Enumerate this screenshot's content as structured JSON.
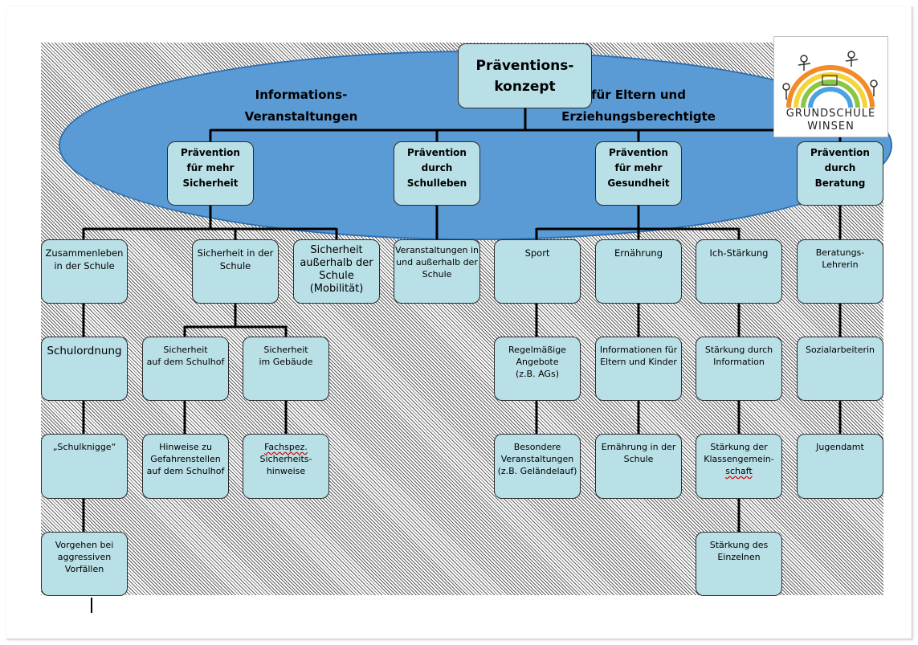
{
  "root": [
    "Präventions-",
    "konzept"
  ],
  "ellipse": {
    "left": [
      "Informations-",
      "Veranstaltungen"
    ],
    "right": [
      "für Eltern und",
      "Erziehungsberechtigte"
    ]
  },
  "logo": {
    "lines": [
      "GRUNDSCHULE",
      "WINSEN"
    ]
  },
  "level1": [
    [
      "Prävention",
      "für mehr",
      "Sicherheit"
    ],
    [
      "Prävention",
      "durch",
      "Schulleben"
    ],
    [
      "Prävention",
      "für mehr",
      "Gesundheit"
    ],
    [
      "Prävention",
      "durch",
      "Beratung"
    ]
  ],
  "level2": [
    [
      "Zusammenleben",
      "in der Schule"
    ],
    [
      "Sicherheit in der",
      "Schule"
    ],
    [
      "Sicherheit",
      "außerhalb der",
      "Schule",
      "(Mobilität)"
    ],
    [
      "Veranstaltungen in",
      "und außerhalb der",
      "Schule"
    ],
    [
      "Sport"
    ],
    [
      "Ernährung"
    ],
    [
      "Ich-Stärkung"
    ],
    [
      "Beratungs-",
      "Lehrerin"
    ]
  ],
  "level3": [
    [
      "Schulordnung"
    ],
    [
      "Sicherheit",
      "auf dem Schulhof"
    ],
    [
      "Sicherheit",
      "im Gebäude"
    ],
    [
      "Regelmäßige",
      "Angebote",
      "(z.B. AGs)"
    ],
    [
      "Informationen für",
      "Eltern und Kinder"
    ],
    [
      "Stärkung durch",
      "Information"
    ],
    [
      "Sozialarbeiterin"
    ]
  ],
  "level4": [
    [
      "„Schulknigge“"
    ],
    [
      "Hinweise zu",
      "Gefahrenstellen",
      "auf dem Schulhof"
    ],
    [
      "Fachspez.",
      "Sicherheits-",
      "hinweise"
    ],
    [
      "Besondere",
      "Veranstaltungen",
      "(z.B. Geländelauf)"
    ],
    [
      "Ernährung in der",
      "Schule"
    ],
    [
      "Stärkung der",
      "Klassengemein-",
      "schaft"
    ],
    [
      "Jugendamt"
    ]
  ],
  "level5": [
    [
      "Vorgehen bei",
      "aggressiven",
      "Vorfällen"
    ],
    [
      "Stärkung des",
      "Einzelnen"
    ]
  ],
  "colors": {
    "box": "#b9e0e6",
    "ellipse": "#5b9bd5",
    "border": "#2b2b2b"
  }
}
